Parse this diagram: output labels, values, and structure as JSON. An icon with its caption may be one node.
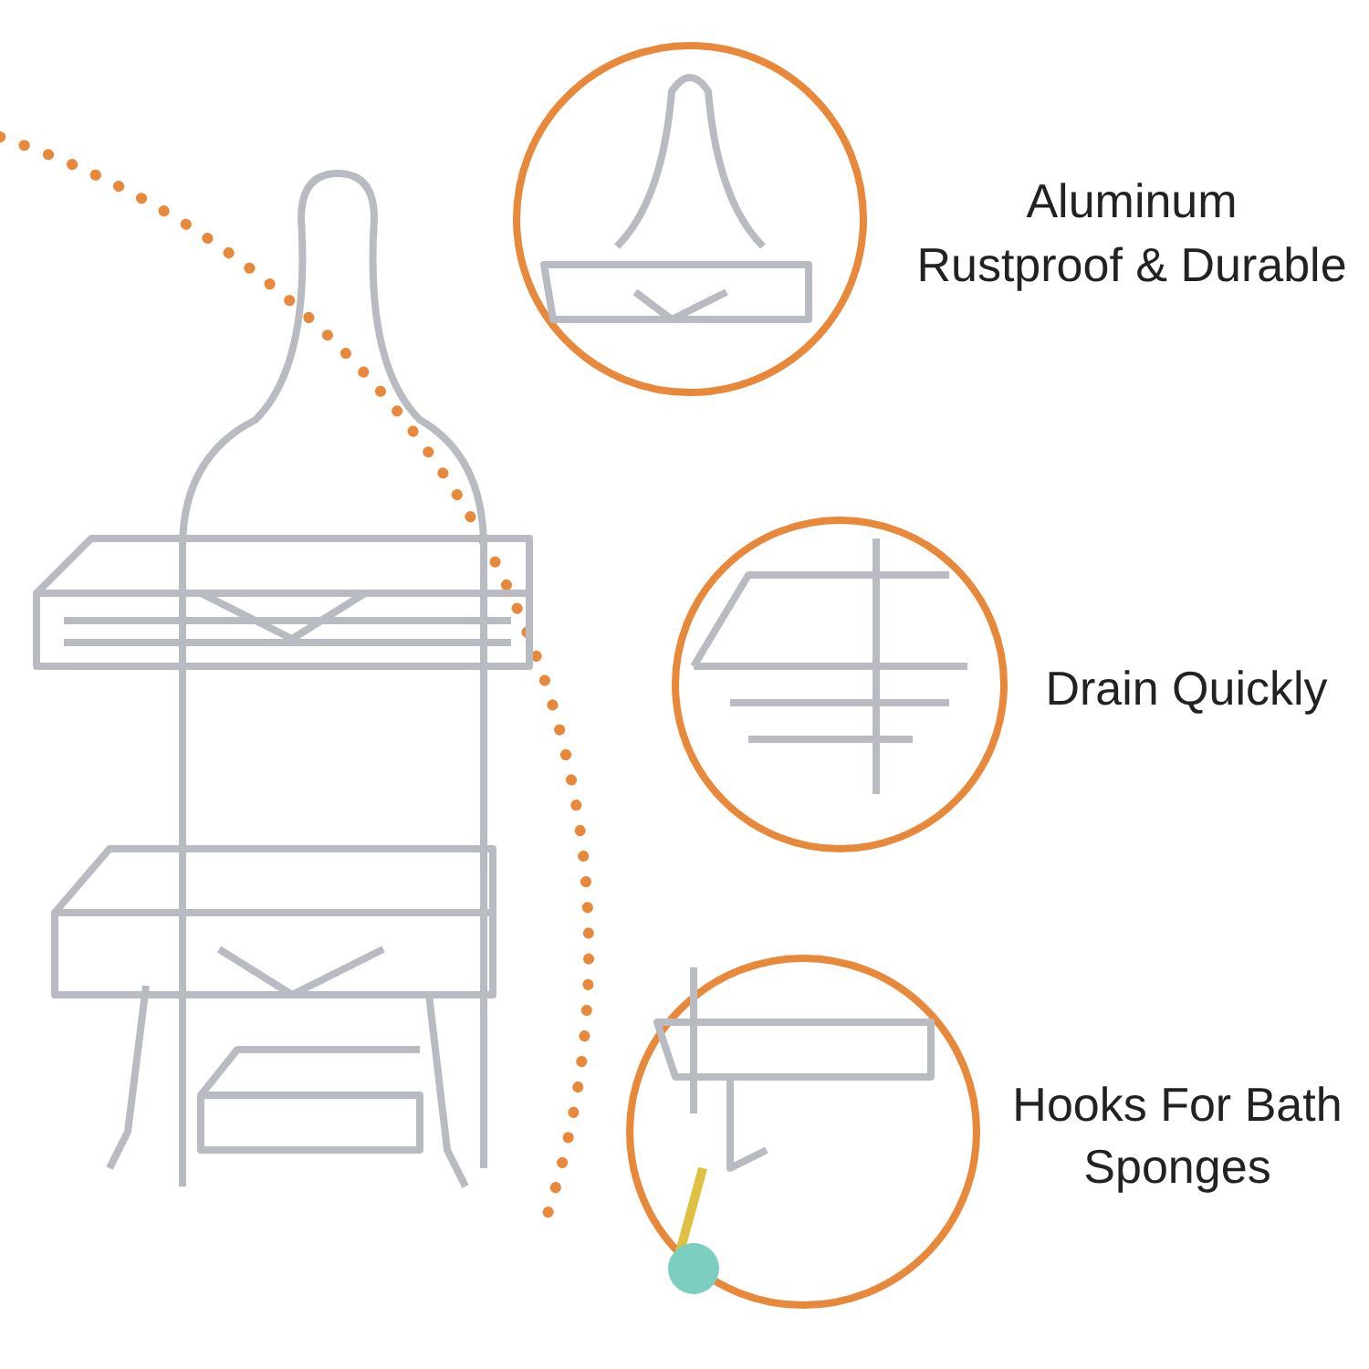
{
  "diagram": {
    "labels": [
      "Aluminum",
      "Rustproof & Durable",
      "Drain Quickly",
      "Hooks For Bath Sponges"
    ]
  }
}
